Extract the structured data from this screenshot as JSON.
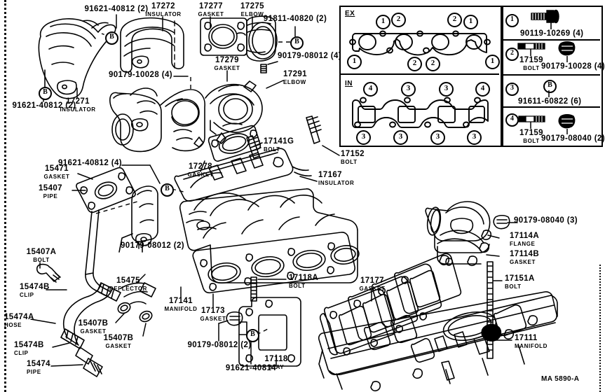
{
  "diagram": {
    "id_code": "MA 5890-A",
    "type": "exhaust-and-intake-manifold-exploded-view"
  },
  "labels": [
    {
      "key": "l_91621_40812_2_top",
      "pn": "91621-40812 (2)",
      "nm": ""
    },
    {
      "key": "l_17272",
      "pn": "17272",
      "nm": "INSULATOR"
    },
    {
      "key": "l_17277",
      "pn": "17277",
      "nm": "GASKET"
    },
    {
      "key": "l_17275",
      "pn": "17275",
      "nm": "ELBOW"
    },
    {
      "key": "l_91811_40820",
      "pn": "91811-40820 (2)",
      "nm": ""
    },
    {
      "key": "l_90179_08012_4",
      "pn": "90179-08012 (4)",
      "nm": ""
    },
    {
      "key": "l_17279",
      "pn": "17279",
      "nm": "GASKET"
    },
    {
      "key": "l_17291",
      "pn": "17291",
      "nm": "ELBOW"
    },
    {
      "key": "l_90179_10028_4",
      "pn": "90179-10028 (4)",
      "nm": ""
    },
    {
      "key": "l_17271",
      "pn": "17271",
      "nm": "INSULATOR"
    },
    {
      "key": "l_91621_40812_2_btm",
      "pn": "91621-40812 (2)",
      "nm": ""
    },
    {
      "key": "l_91621_40812_4",
      "pn": "91621-40812 (4)",
      "nm": ""
    },
    {
      "key": "l_17278",
      "pn": "17278",
      "nm": "GASKET"
    },
    {
      "key": "l_17141G",
      "pn": "17141G",
      "nm": "BOLT"
    },
    {
      "key": "l_17152",
      "pn": "17152",
      "nm": "BOLT"
    },
    {
      "key": "l_17167",
      "pn": "17167",
      "nm": "INSULATOR"
    },
    {
      "key": "l_15471",
      "pn": "15471",
      "nm": "GASKET"
    },
    {
      "key": "l_15407",
      "pn": "15407",
      "nm": "PIPE"
    },
    {
      "key": "l_90179_08012_2_left",
      "pn": "90179-08012 (2)",
      "nm": ""
    },
    {
      "key": "l_15475",
      "pn": "15475",
      "nm": "DEFLECTOR"
    },
    {
      "key": "l_15407A",
      "pn": "15407A",
      "nm": "BOLT"
    },
    {
      "key": "l_15474B_top",
      "pn": "15474B",
      "nm": "CLIP"
    },
    {
      "key": "l_15474A",
      "pn": "15474A",
      "nm": "HOSE"
    },
    {
      "key": "l_15407B_1",
      "pn": "15407B",
      "nm": "GASKET"
    },
    {
      "key": "l_15407B_2",
      "pn": "15407B",
      "nm": "GASKET"
    },
    {
      "key": "l_15474B_btm",
      "pn": "15474B",
      "nm": "CLIP"
    },
    {
      "key": "l_15474",
      "pn": "15474",
      "nm": "PIPE"
    },
    {
      "key": "l_17141",
      "pn": "17141",
      "nm": "MANIFOLD"
    },
    {
      "key": "l_17173",
      "pn": "17173",
      "nm": "GASKET"
    },
    {
      "key": "l_17118A",
      "pn": "17118A",
      "nm": "BOLT"
    },
    {
      "key": "l_90179_08012_2_btm",
      "pn": "90179-08012 (2)",
      "nm": ""
    },
    {
      "key": "l_17118",
      "pn": "17118",
      "nm": "STAY"
    },
    {
      "key": "l_91621_40814",
      "pn": "91621-40814",
      "nm": ""
    },
    {
      "key": "l_17177",
      "pn": "17177",
      "nm": "GASKET"
    },
    {
      "key": "l_90179_08040_3",
      "pn": "90179-08040 (3)",
      "nm": ""
    },
    {
      "key": "l_17114A",
      "pn": "17114A",
      "nm": "FLANGE"
    },
    {
      "key": "l_17114B",
      "pn": "17114B",
      "nm": "GASKET"
    },
    {
      "key": "l_17151A",
      "pn": "17151A",
      "nm": "BOLT"
    },
    {
      "key": "l_17111",
      "pn": "17111",
      "nm": "MANIFOLD"
    }
  ],
  "torque_panels": {
    "ex": {
      "title": "EX",
      "top_markers": [
        "1",
        "2",
        "2",
        "1"
      ],
      "bottom_markers": [
        "1",
        "2",
        "2",
        "1"
      ]
    },
    "in": {
      "title": "IN",
      "top_markers": [
        "4",
        "3",
        "3",
        "4"
      ],
      "bottom_markers": [
        "3",
        "3",
        "3",
        "3"
      ]
    }
  },
  "fastener_legend": [
    {
      "num": "1",
      "items": [
        {
          "pn": "90119-10269 (4)",
          "nm": "",
          "icon": "flange-bolt-icon"
        }
      ]
    },
    {
      "num": "2",
      "items": [
        {
          "pn": "17159",
          "nm": "BOLT",
          "icon": "stud-bolt-icon"
        },
        {
          "pn": "90179-10028 (4)",
          "nm": "",
          "icon": "nut-icon"
        }
      ]
    },
    {
      "num": "3",
      "items": [
        {
          "pn": "91611-60822 (6)",
          "nm": "",
          "icon": "circled-b-bolt-icon"
        }
      ]
    },
    {
      "num": "4",
      "items": [
        {
          "pn": "17159",
          "nm": "BOLT",
          "icon": "stud-bolt-icon"
        },
        {
          "pn": "90179-08040 (2)",
          "nm": "",
          "icon": "nut-icon"
        }
      ]
    }
  ],
  "bolt_markers": [
    {
      "key": "b1",
      "text": "B"
    },
    {
      "key": "b2",
      "text": "B"
    },
    {
      "key": "b3",
      "text": "B"
    },
    {
      "key": "b4",
      "text": "B"
    },
    {
      "key": "b5",
      "text": "B"
    },
    {
      "key": "b6",
      "text": "B"
    },
    {
      "key": "b7",
      "text": "B"
    }
  ]
}
